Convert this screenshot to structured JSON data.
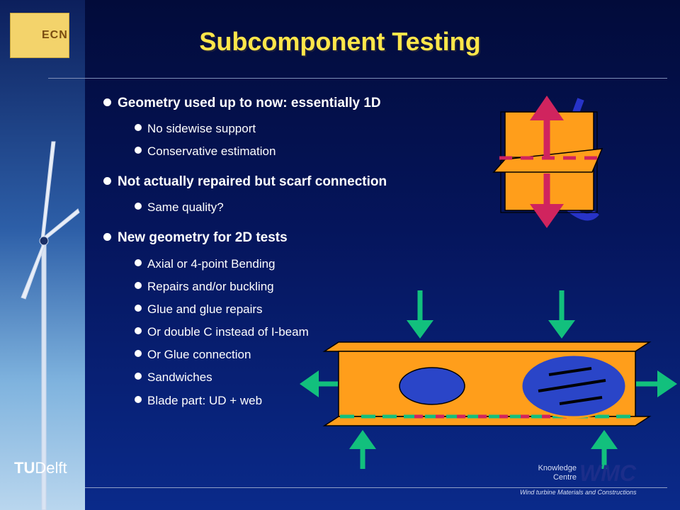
{
  "slide": {
    "title": "Subcomponent Testing",
    "logo_text": "ECN",
    "bullets": [
      {
        "text": "Geometry used up to now: essentially 1D",
        "sub": [
          "No sidewise support",
          "Conservative estimation"
        ]
      },
      {
        "text": "Not actually repaired but scarf connection",
        "sub": [
          "Same quality?"
        ]
      },
      {
        "text": "New geometry for 2D tests",
        "sub": [
          "Axial or 4-point Bending",
          "Repairs and/or buckling",
          "Glue and glue repairs",
          "Or double C instead of I-beam",
          "Or Glue connection",
          "Sandwiches",
          "Blade part: UD + web"
        ]
      }
    ],
    "footer": {
      "tudelft_t": "T",
      "tudelft_u": "U",
      "tudelft_rest": "Delft",
      "knowledge_centre": "Knowledge Centre",
      "wmc": "WMC",
      "tagline": "Wind turbine Materials and Constructions"
    }
  },
  "colors": {
    "title": "#ffe64a",
    "panel": "#ff9e1b",
    "arrow_red": "#d0245e",
    "arrow_green": "#12c07d",
    "ellipse": "#2a45c8"
  }
}
